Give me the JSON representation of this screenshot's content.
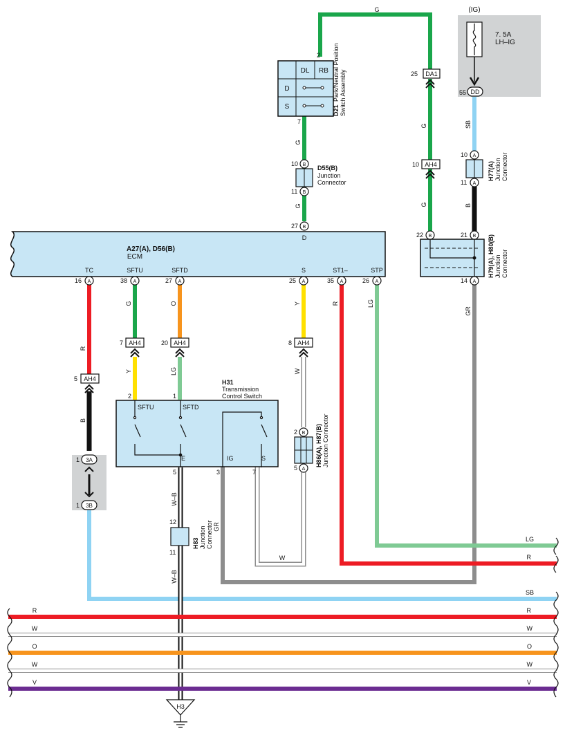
{
  "ecm": {
    "code": "A27(A), D56(B)",
    "name": "ECM",
    "terms": [
      "TC",
      "SFTU",
      "SFTD",
      "S",
      "ST1–",
      "STP"
    ],
    "top_term": "D",
    "top_pin": "27"
  },
  "ecm_pins": [
    "16",
    "38",
    "27",
    "25",
    "35",
    "26"
  ],
  "fuse": {
    "label": "(IG)",
    "rating": "7. 5A",
    "name": "LH–IG",
    "pin": "55",
    "conn": "DD"
  },
  "d21": {
    "code": "D21",
    "name1": "Park/Neutral Position",
    "name2": "Switch Assembly",
    "cols": [
      "DL",
      "RB"
    ],
    "rows": [
      "D",
      "S"
    ],
    "pin_top": "2",
    "pin_bot": "7"
  },
  "d55": {
    "code": "D55(B)",
    "name1": "Junction",
    "name2": "Connector",
    "pin_top": "10",
    "pin_bot": "11"
  },
  "h77": {
    "code": "H77(A)",
    "name1": "Junction",
    "name2": "Connector",
    "pin_top": "10",
    "pin_bot": "11"
  },
  "h79": {
    "code": "H79(A), H80(B)",
    "name1": "Junction",
    "name2": "Connector",
    "pin_l": "22",
    "pin_r": "21",
    "pin_bot": "14"
  },
  "h31": {
    "code": "H31",
    "name1": "Transmission",
    "name2": "Control Switch",
    "terms": [
      "SFTU",
      "SFTD",
      "E",
      "IG",
      "S"
    ],
    "pins": [
      "2",
      "1",
      "5",
      "3",
      "7"
    ]
  },
  "h86": {
    "code": "H86(A), H87(B)",
    "name": "Junction Connector",
    "pin_top": "2",
    "pin_bot": "5"
  },
  "h83": {
    "code": "H83",
    "name1": "Junction",
    "name2": "Connector",
    "pin_top": "12",
    "pin_bot": "11"
  },
  "ground": "H3",
  "ah4": "AH4",
  "da1": {
    "conn": "DA1",
    "pin": "25"
  },
  "ah4_pins": {
    "right_g": "10",
    "tc": "5",
    "sftu": "7",
    "sftd": "20",
    "s": "8"
  },
  "ecm_conn_a": "A",
  "conn_b": "B",
  "j3": {
    "top": "3A",
    "bot": "3B",
    "pin": "1"
  },
  "wire_labels": {
    "g_top": "G",
    "g_right1": "G",
    "g_right2": "G",
    "g_d21": "G",
    "g_d55": "G",
    "sb": "SB",
    "b_h77": "B",
    "r_tc": "R",
    "b_tc": "B",
    "g_sftu": "G",
    "y_sftu": "Y",
    "o_sftd": "O",
    "lg_sftd": "LG",
    "y_s": "Y",
    "w_s": "W",
    "r_st1": "R",
    "lg_stp": "LG",
    "gr_h79": "GR",
    "wb1": "W–B",
    "wb2": "W–B",
    "gr_ig": "GR",
    "w_loop": "W"
  },
  "bus_labels": {
    "lg": "LG",
    "r1": "R",
    "sb": "SB",
    "r2": "R",
    "w1": "W",
    "o": "O",
    "w2": "W",
    "v": "V"
  },
  "colors": {
    "G": "#1aa64b",
    "SB": "#8fd3f3",
    "B": "#111111",
    "R": "#ed1c24",
    "Y": "#ffe000",
    "O": "#f7941d",
    "LG": "#7fca94",
    "GR": "#8d8d8d",
    "V": "#6b2c91",
    "W": "#ffffff",
    "box": "#c8e6f5",
    "shade": "#d1d3d4"
  }
}
